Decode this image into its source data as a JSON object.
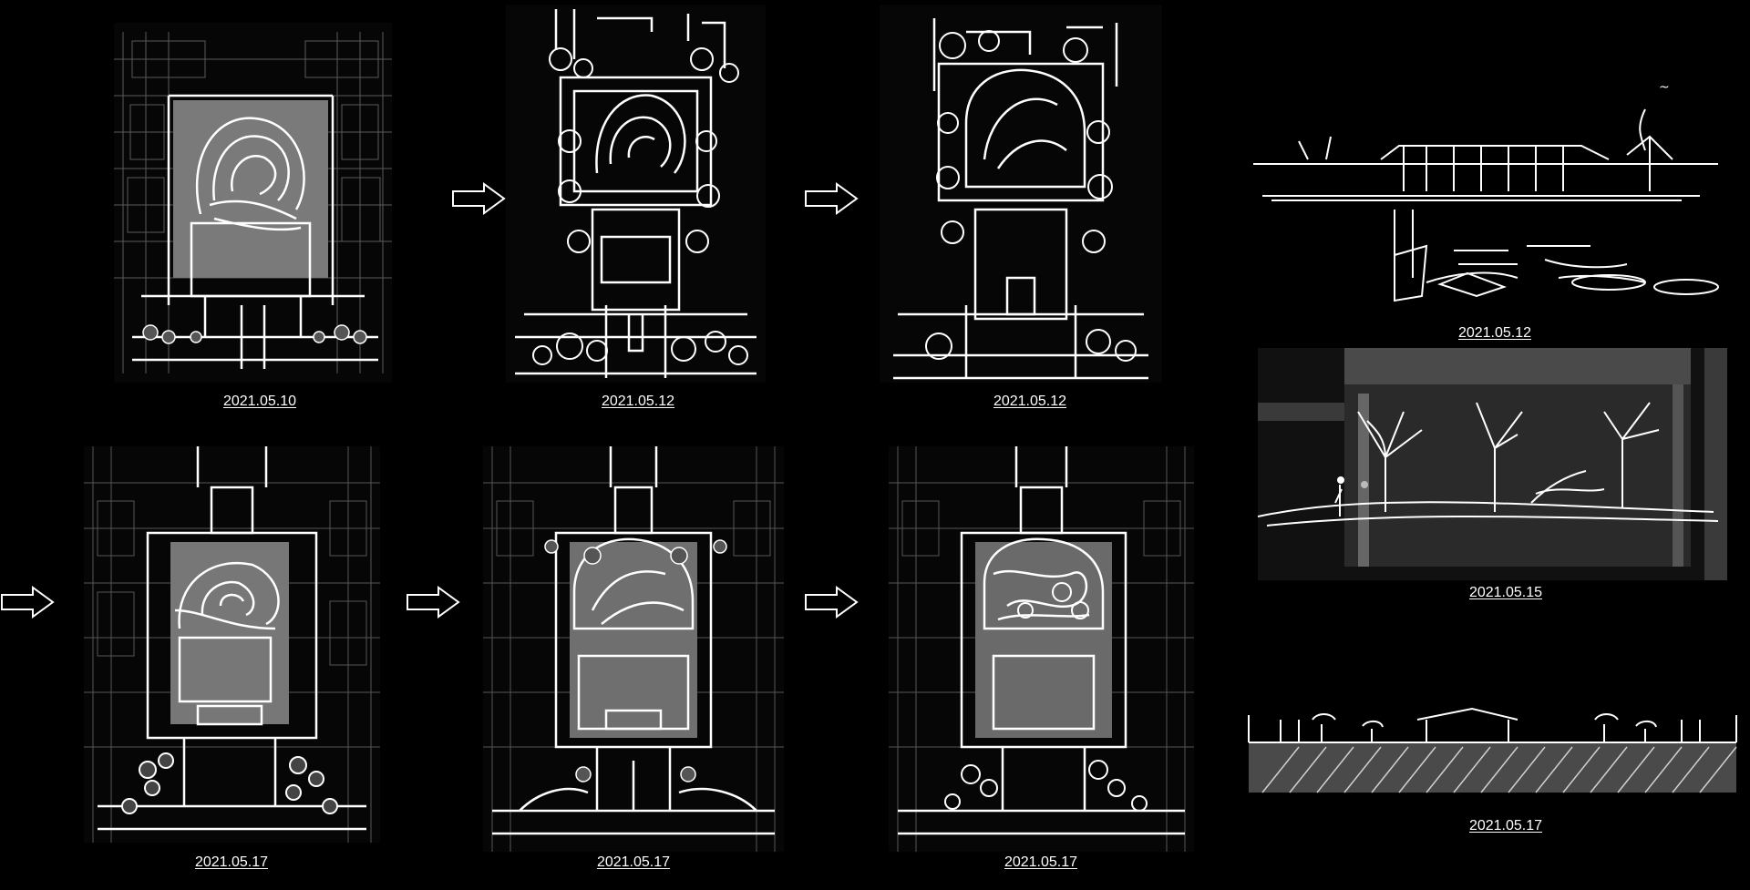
{
  "plans": [
    {
      "id": "p1",
      "date": "2021.05.10"
    },
    {
      "id": "p2",
      "date": "2021.05.12"
    },
    {
      "id": "p3",
      "date": "2021.05.12"
    },
    {
      "id": "p4",
      "date": "2021.05.17"
    },
    {
      "id": "p5",
      "date": "2021.05.17"
    },
    {
      "id": "p6",
      "date": "2021.05.17"
    }
  ],
  "elevations": [
    {
      "id": "e1",
      "date": "2021.05.12"
    },
    {
      "id": "e2",
      "date": "2021.05.15"
    },
    {
      "id": "e3",
      "date": "2021.05.17"
    }
  ],
  "colors": {
    "background": "#000000",
    "line": "#ffffff",
    "sheet": "#7a7a7a"
  },
  "icons": {
    "arrow": "right-arrow-icon"
  }
}
